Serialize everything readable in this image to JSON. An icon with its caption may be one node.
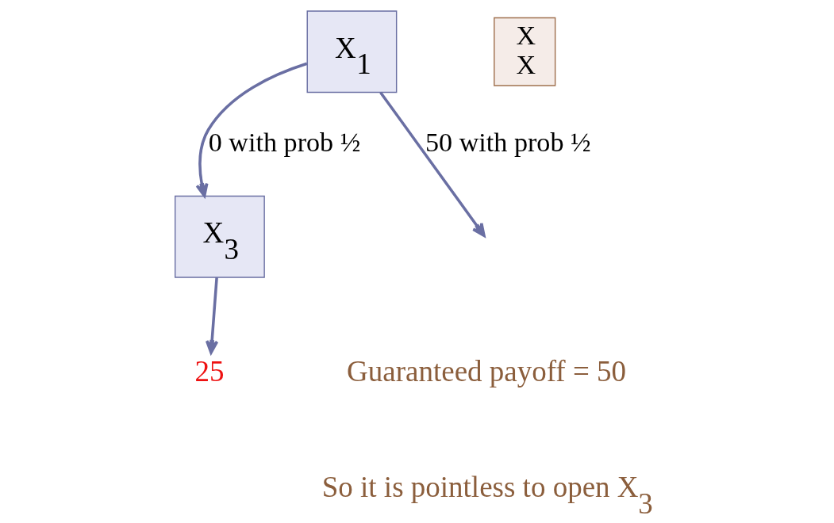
{
  "diagram": {
    "nodes": [
      {
        "text": [
          "X$_{1}$"
        ]
      },
      {
        "text": [
          "X$_{3}$"
        ]
      },
      {
        "text": [
          "25"
        ]
      },
      {
        "text": [
          "X",
          "X"
        ]
      }
    ],
    "edges": [
      {
        "from": 0,
        "to": 1,
        "arrow": "to",
        "label": "0 with prob ½"
      },
      {
        "from": 0,
        "to": null,
        "arrow": "to",
        "label": "50 with prob ½"
      },
      {
        "from": 1,
        "to": 2,
        "arrow": "to"
      }
    ],
    "labels": [
      "Guaranteed payoff = 50",
      "So it is pointless to open X$_{3}$"
    ]
  }
}
